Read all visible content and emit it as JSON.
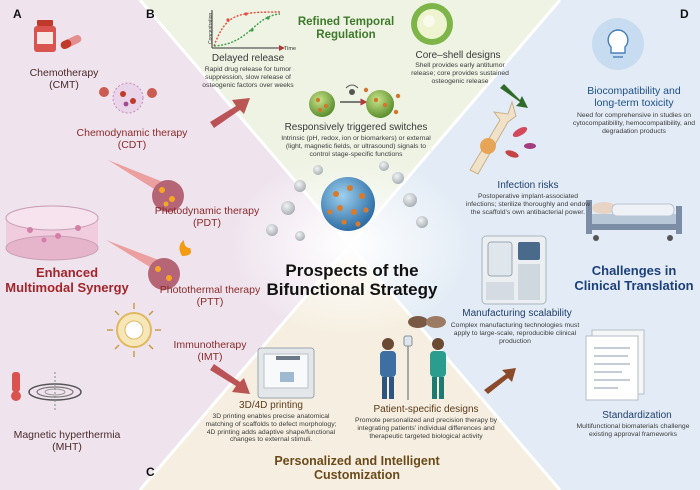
{
  "panels": {
    "a": "A",
    "b": "B",
    "c": "C",
    "d": "D"
  },
  "center": {
    "title_line1": "Prospects of the",
    "title_line2": "Bifunctional Strategy"
  },
  "left": {
    "therapies": [
      {
        "name": "Chemotherapy",
        "abbr": "(CMT)"
      },
      {
        "name": "Chemodynamic therapy",
        "abbr": "(CDT)"
      },
      {
        "name": "Photodynamic therapy",
        "abbr": "(PDT)"
      },
      {
        "name": "Photothermal therapy",
        "abbr": "(PTT)"
      },
      {
        "name": "Immunotherapy",
        "abbr": "(IMT)"
      },
      {
        "name": "Magnetic hyperthermia",
        "abbr": "(MHT)"
      }
    ],
    "synergy_line1": "Enhanced",
    "synergy_line2": "Multimodal Synergy"
  },
  "top": {
    "heading_line1": "Refined Temporal",
    "heading_line2": "Regulation",
    "chart_ylabel": "Concentration",
    "chart_xlabel": "Time",
    "delayed_title": "Delayed release",
    "delayed_desc_1": "Rapid drug release for tumor",
    "delayed_desc_2": "suppression, slow release of",
    "delayed_desc_3": "osteogenic factors over weeks",
    "core_title": "Core–shell designs",
    "core_desc_1": "Shell provides early antitumor",
    "core_desc_2": "release; core provides sustained",
    "core_desc_3": "osteogenic release",
    "switch_title": "Responsively triggered switches",
    "switch_desc_1": "Intrinsic (pH, redox, ion or biomarkers) or external",
    "switch_desc_2": "(light, magnetic fields, or ultrasound) signals to",
    "switch_desc_3": "control stage-specific functions"
  },
  "right": {
    "bio_title_1": "Biocompatibility and",
    "bio_title_2": "long-term toxicity",
    "bio_desc_1": "Need for comprehensive in studies on",
    "bio_desc_2": "cytocompatibility, hemocompatibility, and",
    "bio_desc_3": "degradation products",
    "inf_title": "Infection risks",
    "inf_desc_1": "Postoperative implant-associated",
    "inf_desc_2": "infections; sterilize thoroughly and endow",
    "inf_desc_3": "the scaffold's own antibacterial power.",
    "challenges_1": "Challenges in",
    "challenges_2": "Clinical Translation",
    "manu_title": "Manufacturing scalability",
    "manu_desc_1": "Complex manufacturing technologies must",
    "manu_desc_2": "apply to large-scale, reproducible clinical",
    "manu_desc_3": "production",
    "std_title": "Standardization",
    "std_desc_1": "Multifunctional biomaterials challenge",
    "std_desc_2": "existing approval frameworks"
  },
  "bottom": {
    "print_title": "3D/4D printing",
    "print_desc_1": "3D printing enables precise anatomical",
    "print_desc_2": "matching of scaffolds to defect morphology;",
    "print_desc_3": "4D printing adds adaptive shape/functional",
    "print_desc_4": "changes to external stimuli.",
    "patient_title": "Patient-specific designs",
    "patient_desc_1": "Promote personalized and precision therapy by",
    "patient_desc_2": "integrating patients' individual differences and",
    "patient_desc_3": "therapeutic targeted biological activity",
    "heading_line1": "Personalized and Intelligent",
    "heading_line2": "Customization"
  },
  "colors": {
    "left_bg": "#efe4ee",
    "top_bg": "#eef3e4",
    "right_bg": "#e3ecf6",
    "bottom_bg": "#f6efe1",
    "arrow_red": "#b03a3a",
    "arrow_green": "#2f6a2a",
    "arrow_brown": "#8b4a2a",
    "accent_red": "#a1252b",
    "accent_green": "#3d7a2a",
    "accent_blue": "#1d3f7a"
  }
}
